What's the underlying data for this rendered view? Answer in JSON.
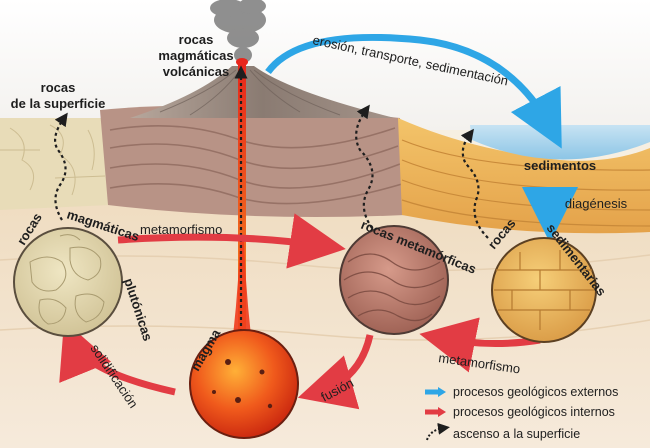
{
  "labels": {
    "volcanic_1": "rocas",
    "volcanic_2": "magmáticas",
    "volcanic_3": "volcánicas",
    "surface_1": "rocas",
    "surface_2": "de la superficie",
    "erosion": "erosión, transporte, sedimentación",
    "sediments": "sedimentos",
    "diagenesis": "diagénesis",
    "metamorphism_top": "metamorfismo",
    "metamorphism_bottom": "metamorfismo",
    "solidification": "solidificación",
    "fusion": "fusión",
    "magma": "magma",
    "plutonic_1": "rocas",
    "plutonic_2": "magmáticas",
    "plutonic_3": "plutónicas",
    "metamorphic": "rocas metamórficas",
    "sedimentary_1": "rocas",
    "sedimentary_2": "sedimentarias"
  },
  "legend": [
    {
      "label": "procesos geológicos externos",
      "color": "#2ea6e6",
      "icon": "arrow-right-icon"
    },
    {
      "label": "procesos geológicos internos",
      "color": "#e23c44",
      "icon": "arrow-right-icon"
    },
    {
      "label": "ascenso a la superficie",
      "color": "#1e1e1e",
      "icon": "dotted-curve-arrow-icon"
    }
  ],
  "colors": {
    "external": "#2ea6e6",
    "internal": "#e23c44",
    "ascent": "#1e1e1e",
    "magma": "#ee4a18"
  }
}
